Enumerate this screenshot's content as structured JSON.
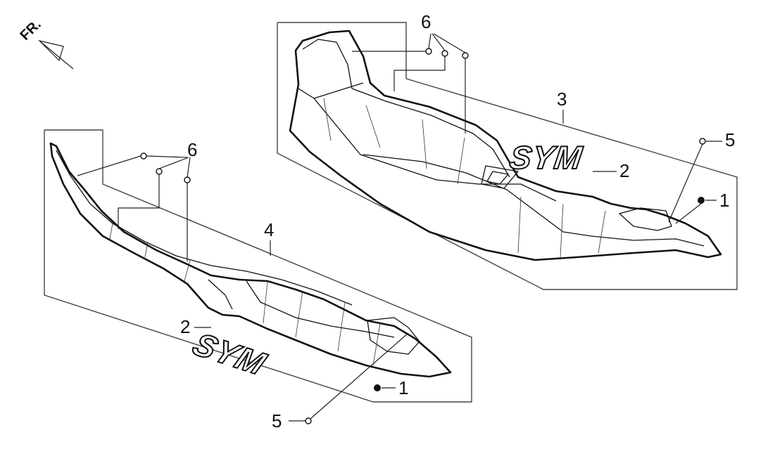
{
  "direction": {
    "label": "FR."
  },
  "logo": {
    "text": "SYM"
  },
  "callouts": {
    "upper": {
      "screws_top": "6",
      "panel": "3",
      "screw_side": "5",
      "emblem": "2",
      "nut": "1"
    },
    "lower": {
      "screws_top": "6",
      "panel": "4",
      "emblem": "2",
      "nut": "1",
      "screw_bottom": "5"
    }
  },
  "colors": {
    "line": "#111111",
    "background": "#ffffff"
  }
}
